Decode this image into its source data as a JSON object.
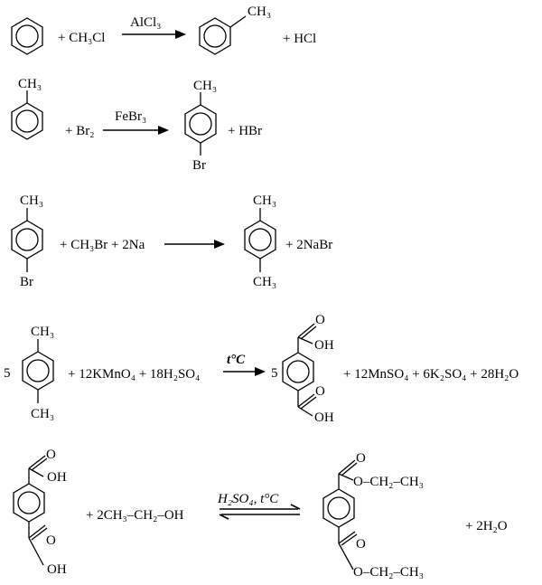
{
  "reactions": [
    {
      "reactant_plus": "+ CH₃Cl",
      "catalyst": "AlCl₃",
      "reactant_label": "",
      "product_group": "CH₃",
      "byproduct": "+ HCl"
    },
    {
      "reactant_group": "CH₃",
      "reactant_plus": "+ Br₂",
      "catalyst": "FeBr₃",
      "product_top": "CH₃",
      "product_bottom": "Br",
      "byproduct": "+ HBr"
    },
    {
      "reactant_top": "CH₃",
      "reactant_bottom": "Br",
      "reactant_plus": "+ CH₃Br + 2Na",
      "product_top": "CH₃",
      "product_bottom": "CH₃",
      "byproduct": "+ 2NaBr"
    },
    {
      "coefficient": "5",
      "reactant_top": "CH₃",
      "reactant_bottom": "CH₃",
      "reactant_plus": "+ 12KMnO₄ + 18H₂SO₄",
      "condition": "t°C",
      "product_coefficient": "5",
      "carboxyl_o": "O",
      "carboxyl_oh": "OH",
      "byproduct": "+ 12MnSO₄ + 6K₂SO₄ + 28H₂O"
    },
    {
      "carboxyl_o": "O",
      "carboxyl_oh": "OH",
      "reagent": "+ 2CH₃–CH₂–OH",
      "condition": "H₂SO₄, t°C",
      "ester_o": "O",
      "ester_chain": "O–CH₂–CH₃",
      "byproduct": "+ 2H₂O"
    }
  ]
}
